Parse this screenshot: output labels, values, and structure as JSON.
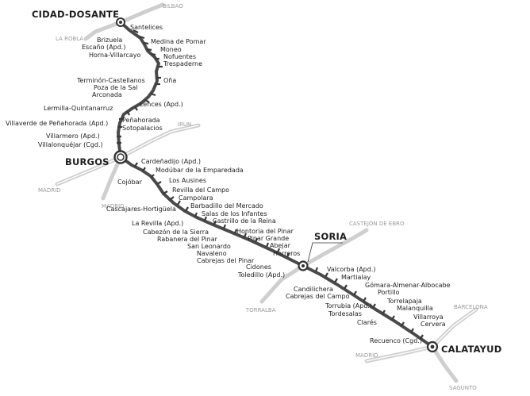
{
  "colors": {
    "main_line": "#4a4a4a",
    "branch_line": "#cfcfcf",
    "station_tick": "#3a3a3a",
    "label_text": "#222222",
    "connection_text": "#9a9a9a",
    "background": "#ffffff"
  },
  "major_cities": [
    "CIDAD-DOSANTE",
    "BURGOS",
    "SORIA",
    "CALATAYUD"
  ],
  "connections": [
    "BILBAO",
    "LA ROBLA",
    "IRUN",
    "MADRID",
    "MADRID",
    "CASTEJÓN DE EBRO",
    "TORRALBA",
    "BARCELONA",
    "MADRID",
    "SAGUNTO"
  ],
  "stations": [
    "Santelices",
    "Brizuela",
    "Escaño (Apd.)",
    "Horna-Villarcayo",
    "Medina de Pomar",
    "Moneo",
    "Nofuentes",
    "Trespaderne",
    "Oña",
    "Terminón-Castellanos",
    "Poza de la Sal",
    "Arconada",
    "Lences (Apd.)",
    "Lermilla-Quintanarruz",
    "Peñahorada",
    "Villaverde de Peñahorada (Apd.)",
    "Sotopalacios",
    "Villarmero (Apd.)",
    "Villalonquéjar (Cgd.)",
    "Cardeñadijo (Apd.)",
    "Modúbar de la Emparedada",
    "Cojóbar",
    "Los Ausines",
    "Revilla del Campo",
    "Campolara",
    "Cascajares-Hortigüela",
    "Barbadillo del Mercado",
    "Salas de los Infantes",
    "Castrillo de la Reina",
    "La Revilla (Apd.)",
    "Hontoria del Pinar",
    "Cabezón de la Sierra",
    "Pinar Grande",
    "Rabanera del Pinar",
    "Abejar",
    "San Leonardo",
    "Herreros",
    "Navaleno",
    "Cabrejas del Pinar",
    "Cidones",
    "Toledillo (Apd.)",
    "Valcorba (Apd.)",
    "Martialay",
    "Candilichera",
    "Gómara-Almenar-Albocabe",
    "Cabrejas del Campo",
    "Portillo",
    "Torrelapaja",
    "Torrubia (Apd.)",
    "Malanquilla",
    "Tordesalas",
    "Villarroya",
    "Clarés",
    "Cervera",
    "Recuenco (Cgd.)"
  ]
}
